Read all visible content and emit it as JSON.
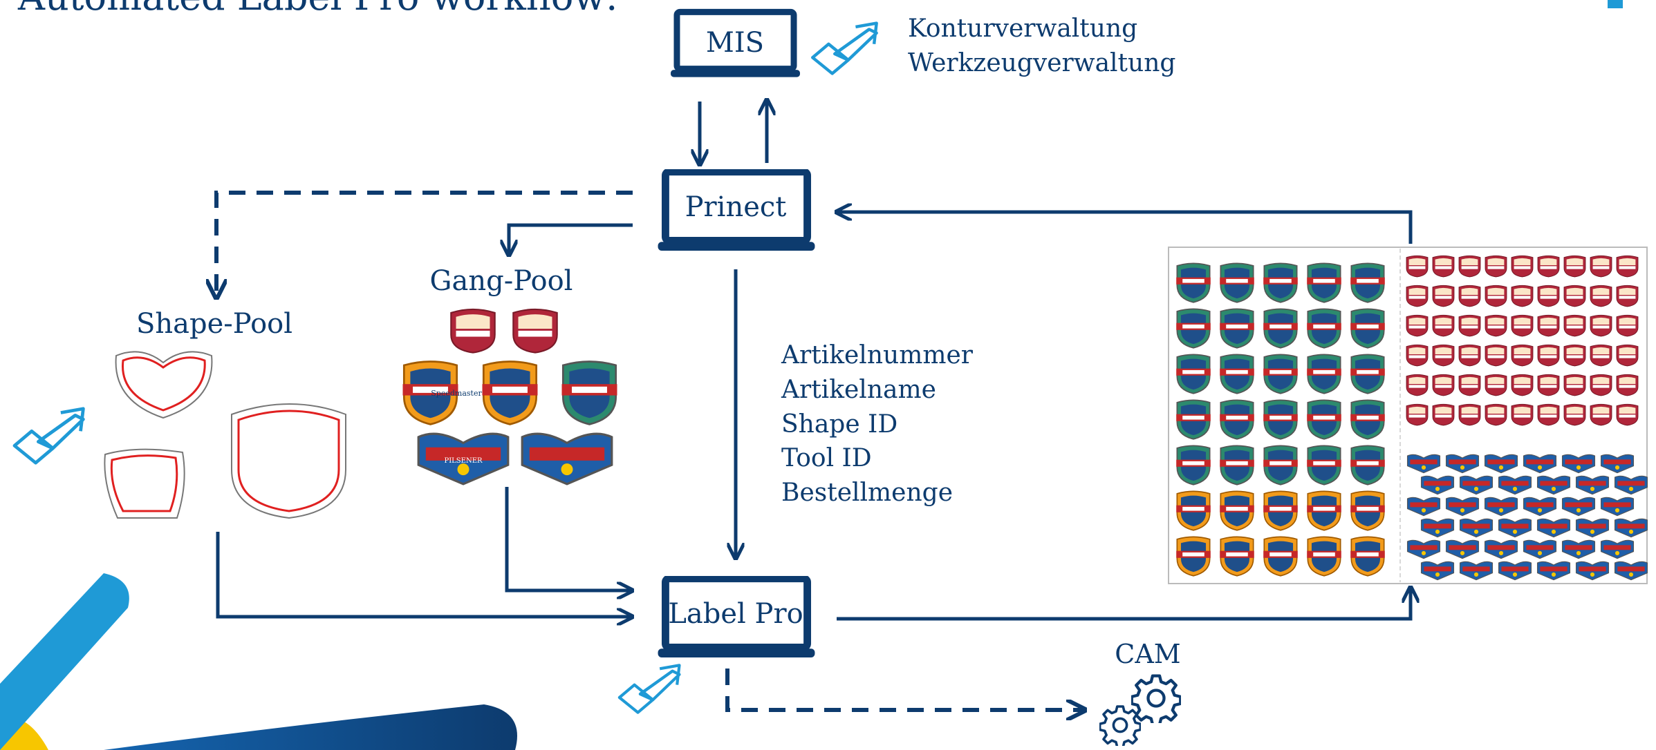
{
  "title": "Automated Label Pro workflow:",
  "nodes": {
    "mis": "MIS",
    "prinect": "Prinect",
    "label_pro": "Label Pro"
  },
  "mis_notes": [
    "Konturverwaltung",
    "Werkzeugverwaltung"
  ],
  "shape_pool": "Shape-Pool",
  "gang_pool": "Gang-Pool",
  "data_fields": [
    "Artikelnummer",
    "Artikelname",
    "Shape ID",
    "Tool ID",
    "Bestellmenge"
  ],
  "cam": "CAM",
  "label_brand": "Speedmaster",
  "label_subtext": "PILSENER",
  "colors": {
    "navy": "#0d3b6e",
    "accent_blue": "#1f9ad6",
    "shape_red": "#e02020",
    "yellow": "#f7c600"
  },
  "icons": [
    "laptop-icon",
    "dataflow-icon",
    "gear-icon"
  ]
}
